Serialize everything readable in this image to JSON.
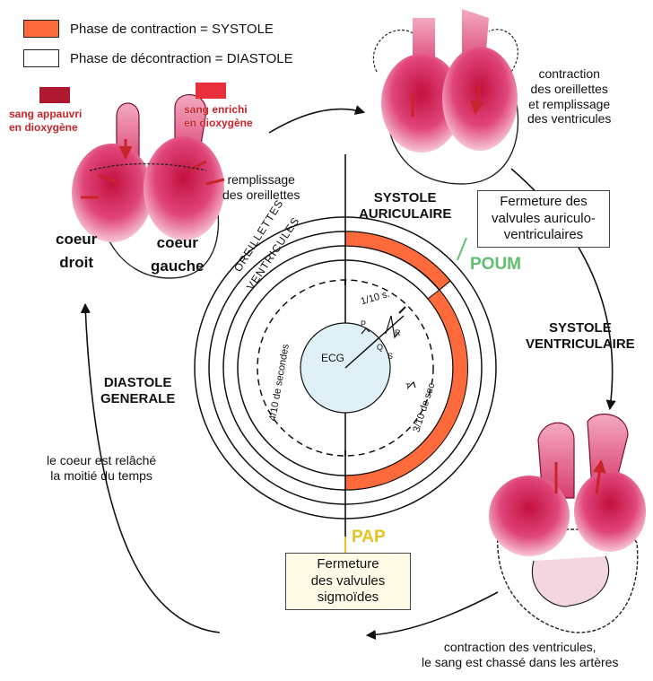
{
  "legend": {
    "systole_label": "Phase de contraction = SYSTOLE",
    "diastole_label": "Phase de décontraction = DIASTOLE",
    "systole_color": "#ff6a3d",
    "diastole_color": "#ffffff"
  },
  "hearts": {
    "top_left": {
      "label_deoxy": "sang appauvri\nen dioxygène",
      "label_oxy": "sang enrichi\nen dioxygène",
      "left": "coeur\ndroit",
      "right": "coeur\ngauche",
      "caption": "remplissage\ndes oreillettes"
    },
    "top_right": {
      "caption": "contraction\ndes oreillettes\net remplissage\ndes ventricules"
    },
    "bottom_right": {
      "caption": "contraction des ventricules,\nle sang est chassé dans les artères"
    }
  },
  "phases": {
    "systole_auriculaire": "SYSTOLE\nAURICULAIRE",
    "systole_ventriculaire": "SYSTOLE\nVENTRICULAIRE",
    "diastole_generale": "DIASTOLE\nGENERALE",
    "relache": "le coeur est relâché\nla moitié du temps"
  },
  "boxes": {
    "av_close": "Fermeture des\nvalvules auriculo-\nventriculaires",
    "sig_close": "Fermeture\ndes valvules\nsigmoïdes"
  },
  "sounds": {
    "poum": "POUM",
    "pap": "PAP"
  },
  "cycle": {
    "oreillettes": "OREILLETTES",
    "ventricules": "VENTRICULES",
    "t1": "1/10 s.",
    "t3": "3/10 de sec",
    "t4": "4/10 de secondes",
    "ecg": "ECG",
    "ecg_waves": [
      "P",
      "Q",
      "R",
      "S",
      "T"
    ]
  },
  "colors": {
    "poum": "#5fbf6f",
    "pap": "#e8c21f",
    "box_fill": "#fffbe6",
    "ecg_fill": "#dff1f6"
  }
}
